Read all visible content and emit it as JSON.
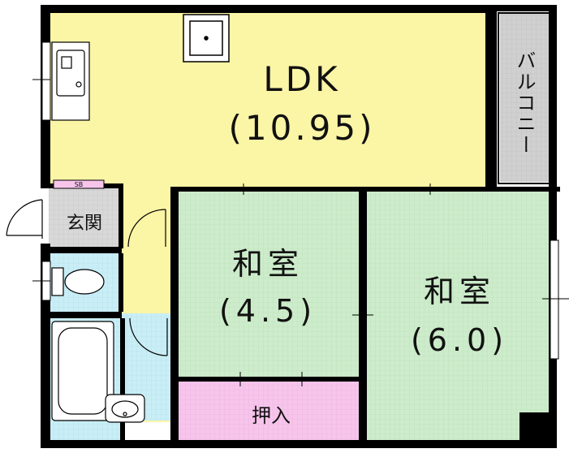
{
  "rooms": {
    "ldk": {
      "name": "LDK",
      "area": "(10.95)"
    },
    "washitsu_small": {
      "name": "和室",
      "area": "(4.5)"
    },
    "washitsu_large": {
      "name": "和室",
      "area": "(6.0)"
    },
    "oshiire": {
      "name": "押入"
    },
    "genkan": {
      "name": "玄関"
    },
    "balcony": {
      "name": "バルコニー"
    },
    "shoebox": {
      "name": "SB"
    }
  },
  "colors": {
    "ldk": "#fbf5a6",
    "washitsu": "#cdeccb",
    "oshiire": "#f7c5ec",
    "wet_area": "#c9eef6",
    "genkan": "#d8d8d8",
    "balcony": "#d0d0d0",
    "wall": "#000000"
  }
}
